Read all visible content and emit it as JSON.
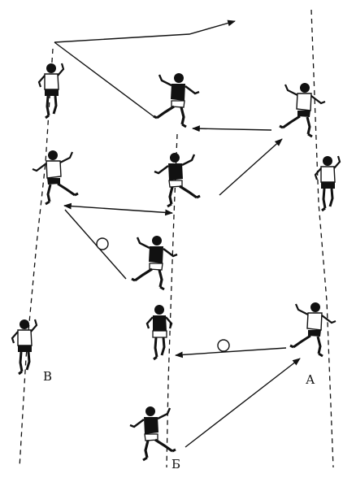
{
  "diagram": {
    "lane_labels": {
      "a": "А",
      "b": "Б",
      "v": "В"
    },
    "colors": {
      "ink": "#111111",
      "paper": "#ffffff"
    }
  }
}
